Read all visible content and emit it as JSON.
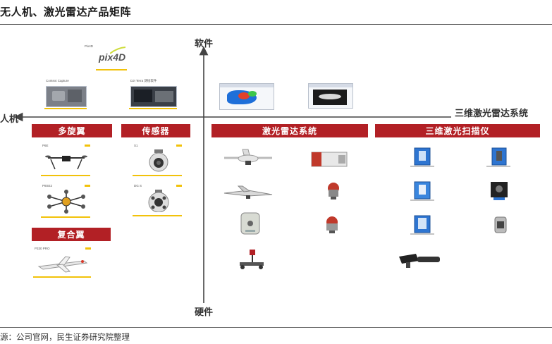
{
  "title": "无人机、激光雷达产品矩阵",
  "source": "源：公司官网，民生证券研究院整理",
  "axes": {
    "top": "软件",
    "bottom": "硬件",
    "left": "人机",
    "right": "三维激光雷达系统"
  },
  "software": {
    "pix4d_logo": "pix4D",
    "pix4d_caption": "Pix4D",
    "left_caption_1": "Context Capture",
    "left_caption_2": "DJI Terra 测绘软件"
  },
  "categories": {
    "multirotor": "多旋翼",
    "sensor": "传感器",
    "compound": "复合翼",
    "lidar_system": "激光雷达系统",
    "scanner": "三维激光扫描仪"
  },
  "products": {
    "m6e": "P6E",
    "p6e2": "P8SE2",
    "s1": "S1",
    "s2": "DG S",
    "p20": "P330 PRO"
  },
  "colors": {
    "category_red": "#b22025",
    "accent_yellow": "#f2c20a"
  }
}
